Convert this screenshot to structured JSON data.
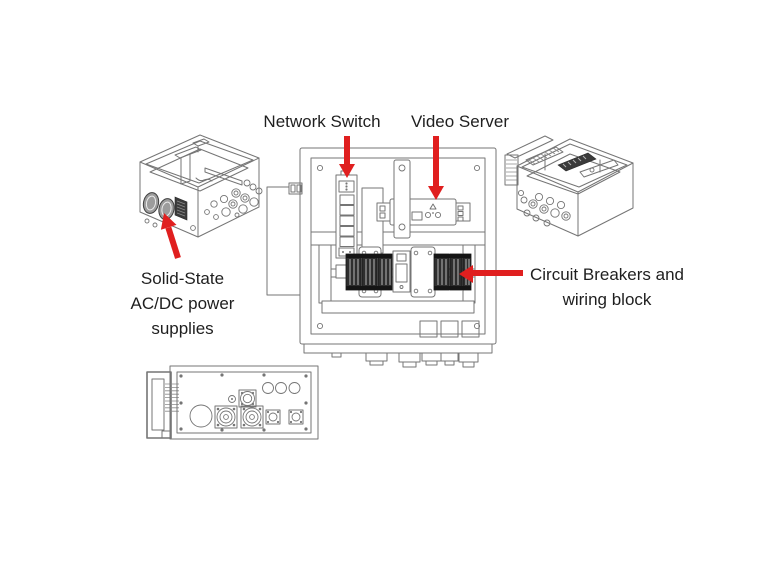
{
  "colors": {
    "background": "#ffffff",
    "line_gray": "#757575",
    "dark_fill": "#3b3b3b",
    "arrow_red": "#e01f1f",
    "text_black": "#1f1f1f"
  },
  "callouts": {
    "network_switch": {
      "text": "Network Switch"
    },
    "video_server": {
      "text": "Video Server"
    },
    "power_supplies": {
      "lines": [
        "Solid-State",
        "AC/DC power",
        "supplies"
      ]
    },
    "circuit_breakers": {
      "lines": [
        "Circuit Breakers and",
        "wiring block"
      ]
    }
  }
}
